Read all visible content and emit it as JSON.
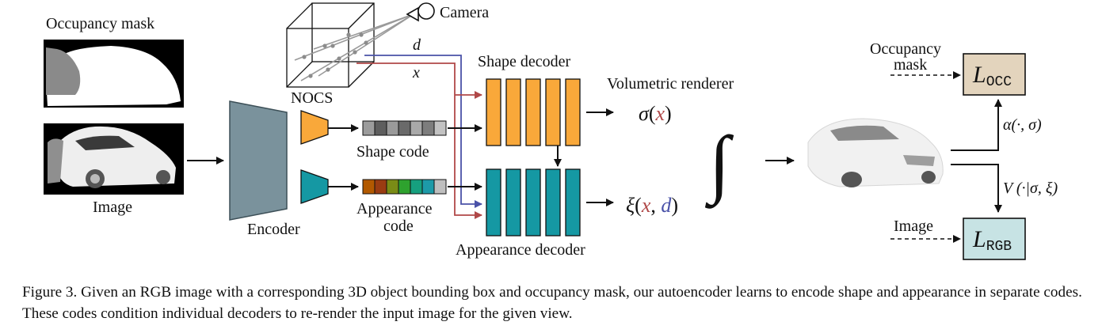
{
  "labels": {
    "occupancy_mask": "Occupancy mask",
    "image": "Image",
    "encoder": "Encoder",
    "nocs": "NOCS",
    "camera": "Camera",
    "d": "d",
    "x": "x",
    "shape_decoder": "Shape decoder",
    "appearance_decoder": "Appearance decoder",
    "shape_code": "Shape code",
    "appearance_code_line1": "Appearance",
    "appearance_code_line2": "code",
    "volumetric_renderer": "Volumetric renderer",
    "sigma_fn": "σ",
    "xi_fn": "ξ",
    "integral": "∫",
    "occupancy_mask_right_line1": "Occupancy",
    "occupancy_mask_right_line2": "mask",
    "image_right": "Image",
    "alpha_label": "α(·, σ)",
    "v_label": "V (·|σ, ξ)",
    "loss_symbol": "L",
    "loss_occ_sub": "OCC",
    "loss_rgb_sub": "RGB",
    "paren_open": "(",
    "paren_close": ")",
    "comma": ", "
  },
  "colors": {
    "x_red": "#b04848",
    "d_blue": "#4a52a8",
    "shape_orange": "#f9a83a",
    "appearance_teal": "#1598a3",
    "encoder_gray": "#7a929c",
    "loss_occ_fill": "#e3d4bd",
    "loss_rgb_fill": "#c7e3e4"
  },
  "shape_code_colors": [
    "#9c9c9c",
    "#5e5e5e",
    "#9a9a9a",
    "#6a6a6a",
    "#a9a9a9",
    "#7d7d7d",
    "#c2c2c2"
  ],
  "appearance_code_colors": [
    "#b25900",
    "#9a3c12",
    "#7a8c16",
    "#2ea22e",
    "#16a07f",
    "#1d9aa8",
    "#bfbfbf"
  ],
  "caption": "Figure 3. Given an RGB image with a corresponding 3D object bounding box and occupancy mask, our autoencoder learns to encode shape and appearance in separate codes. These codes condition individual decoders to re-render the input image for the given view."
}
